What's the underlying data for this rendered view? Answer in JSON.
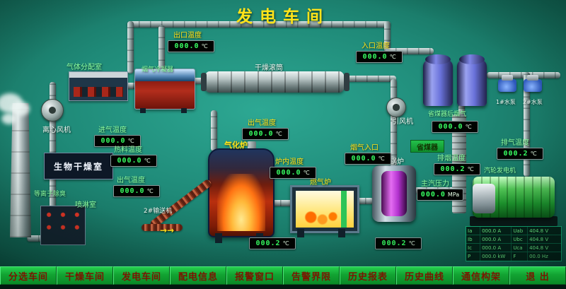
{
  "title": "发电车间",
  "equipment": {
    "gas_distribution": "气体分配室",
    "centrifugal_fan": "离心风机",
    "bio_drying_room": "生物干燥室",
    "plasma_unit": "等离子除臭",
    "spray_room": "喷淋室",
    "condenser": "烟气冷凝器",
    "drying_drum": "干燥滚筒",
    "induced_fan": "引风机",
    "pump1": "1#水泵",
    "pump2": "2#水泵",
    "gasifier": "气化炉",
    "conveyor": "2#输送机",
    "gas_furnace": "燃气炉",
    "steam_boiler": "蒸汽锅炉",
    "economizer": "省煤器",
    "turbine_generator": "汽轮发电机"
  },
  "icons": {
    "conveyor_arrow": "→→"
  },
  "displays": [
    {
      "label": "出口温度",
      "value": "000.0",
      "unit": "℃"
    },
    {
      "label": "入口温度",
      "value": "000.0",
      "unit": "℃"
    },
    {
      "label": "进气温度",
      "value": "000.0",
      "unit": "℃"
    },
    {
      "label": "热料温度",
      "value": "000.0",
      "unit": "℃"
    },
    {
      "label": "出气温度",
      "value": "000.0",
      "unit": "℃"
    },
    {
      "label": "出气温度",
      "value": "000.0",
      "unit": "℃"
    },
    {
      "label": "炉内温度",
      "value": "000.0",
      "unit": "℃"
    },
    {
      "label": "烟气入口",
      "value": "000.0",
      "unit": "℃"
    },
    {
      "label": "省煤器后烟气",
      "value": "000.0",
      "unit": "℃"
    },
    {
      "label": "排烟温度",
      "value": "000.2",
      "unit": "℃"
    },
    {
      "label": "排气温度",
      "value": "000.2",
      "unit": "℃"
    },
    {
      "label": "主汽压力",
      "value": "000.0",
      "unit": "MPa"
    },
    {
      "label": "",
      "value": "000.2",
      "unit": "℃"
    },
    {
      "label": "",
      "value": "000.2",
      "unit": "℃"
    }
  ],
  "table": {
    "rows": [
      [
        "Ia",
        "000.0 A",
        "Uab",
        "404.8 V"
      ],
      [
        "Ib",
        "000.0 A",
        "Ubc",
        "404.8 V"
      ],
      [
        "Ic",
        "000.0 A",
        "Uca",
        "404.8 V"
      ],
      [
        "P",
        "000.0 kW",
        "F",
        "00.0 Hz"
      ]
    ]
  },
  "nav": {
    "items": [
      "分选车间",
      "干燥车间",
      "发电车间",
      "配电信息",
      "报警窗口",
      "告警界限",
      "历史报表",
      "历史曲线",
      "通信构架",
      "退 出"
    ]
  }
}
